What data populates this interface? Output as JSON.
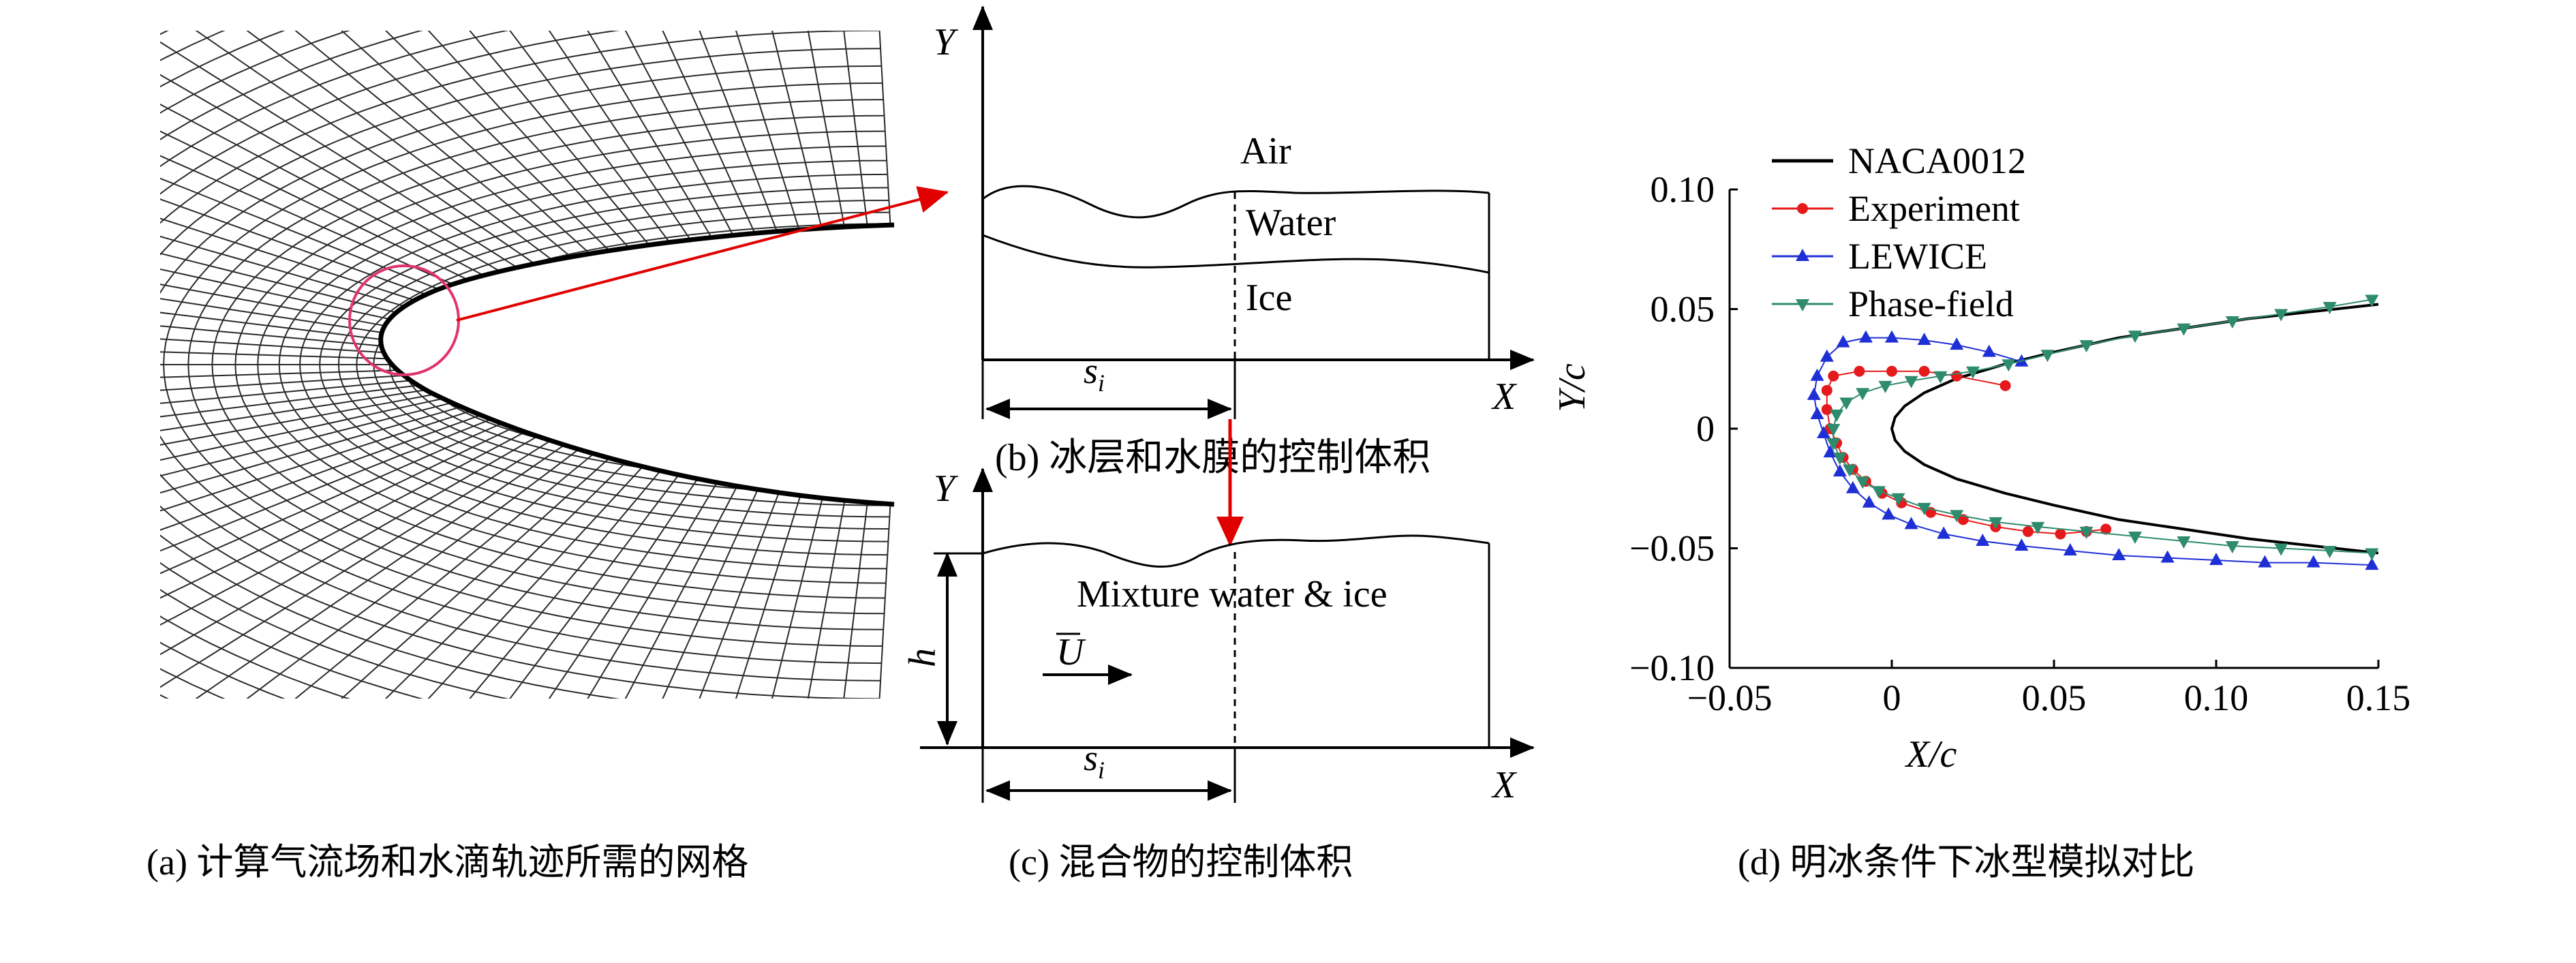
{
  "panel_a": {
    "caption": "(a) 计算气流场和水滴轨迹所需的网格"
  },
  "panel_b": {
    "caption": "(b) 冰层和水膜的控制体积",
    "y_label": "Y",
    "x_label": "X",
    "air_label": "Air",
    "water_label": "Water",
    "ice_label": "Ice",
    "s_label": "s",
    "s_sub": "i"
  },
  "panel_c": {
    "caption": "(c) 混合物的控制体积",
    "y_label": "Y",
    "x_label": "X",
    "mixture_label": "Mixture water & ice",
    "h_label": "h",
    "u_label": "U",
    "s_label": "s",
    "s_sub": "i"
  },
  "panel_d": {
    "caption": "(d) 明冰条件下冰型模拟对比"
  },
  "colors": {
    "naca": "#000000",
    "experiment": "#e41a1c",
    "lewice": "#1f2fd6",
    "phasefield": "#2e8b6e",
    "arrow": "#e00000"
  },
  "chart_data": {
    "type": "line",
    "xlabel": "X/c",
    "ylabel": "Y/c",
    "xlim": [
      -0.05,
      0.15
    ],
    "ylim": [
      -0.1,
      0.1
    ],
    "xticks": [
      -0.05,
      0,
      0.05,
      0.1,
      0.15
    ],
    "xtick_labels": [
      "−0.05",
      "0",
      "0.05",
      "0.10",
      "0.15"
    ],
    "yticks": [
      -0.1,
      -0.05,
      0,
      0.05,
      0.1
    ],
    "ytick_labels": [
      "−0.10",
      "−0.05",
      "0",
      "0.05",
      "0.10"
    ],
    "legend_position": "top-left",
    "series": [
      {
        "name": "NACA0012",
        "marker": "none",
        "x": [
          0.15,
          0.13,
          0.11,
          0.09,
          0.07,
          0.05,
          0.035,
          0.02,
          0.01,
          0.004,
          0.001,
          0,
          0.001,
          0.004,
          0.01,
          0.02,
          0.035,
          0.05,
          0.07,
          0.09,
          0.11,
          0.13,
          0.15
        ],
        "y": [
          0.052,
          0.049,
          0.046,
          0.042,
          0.038,
          0.032,
          0.027,
          0.021,
          0.015,
          0.0095,
          0.0048,
          0,
          -0.0048,
          -0.0095,
          -0.015,
          -0.021,
          -0.027,
          -0.032,
          -0.038,
          -0.042,
          -0.046,
          -0.049,
          -0.052
        ]
      },
      {
        "name": "Experiment",
        "marker": "circle",
        "x": [
          0.035,
          0.02,
          0.01,
          0.0,
          -0.01,
          -0.018,
          -0.02,
          -0.02,
          -0.019,
          -0.017,
          -0.015,
          -0.012,
          -0.008,
          -0.003,
          0.003,
          0.012,
          0.022,
          0.032,
          0.042,
          0.052,
          0.06,
          0.066
        ],
        "y": [
          0.018,
          0.022,
          0.024,
          0.024,
          0.024,
          0.022,
          0.016,
          0.008,
          0.0,
          -0.006,
          -0.012,
          -0.017,
          -0.022,
          -0.027,
          -0.031,
          -0.035,
          -0.038,
          -0.041,
          -0.043,
          -0.044,
          -0.043,
          -0.042
        ]
      },
      {
        "name": "LEWICE",
        "marker": "triangle-up",
        "x": [
          0.04,
          0.03,
          0.02,
          0.01,
          0.0,
          -0.008,
          -0.015,
          -0.02,
          -0.023,
          -0.024,
          -0.023,
          -0.021,
          -0.019,
          -0.016,
          -0.012,
          -0.007,
          -0.001,
          0.006,
          0.016,
          0.028,
          0.04,
          0.055,
          0.07,
          0.085,
          0.1,
          0.115,
          0.13,
          0.148
        ],
        "y": [
          0.028,
          0.032,
          0.035,
          0.037,
          0.038,
          0.038,
          0.036,
          0.03,
          0.022,
          0.014,
          0.006,
          -0.002,
          -0.01,
          -0.018,
          -0.025,
          -0.031,
          -0.036,
          -0.04,
          -0.044,
          -0.047,
          -0.049,
          -0.051,
          -0.053,
          -0.054,
          -0.055,
          -0.056,
          -0.056,
          -0.057
        ]
      },
      {
        "name": "Phase-field",
        "marker": "triangle-down",
        "x": [
          0.148,
          0.135,
          0.12,
          0.105,
          0.09,
          0.075,
          0.06,
          0.048,
          0.036,
          0.025,
          0.015,
          0.006,
          -0.002,
          -0.009,
          -0.014,
          -0.017,
          -0.018,
          -0.018,
          -0.016,
          -0.013,
          -0.009,
          -0.004,
          0.002,
          0.01,
          0.02,
          0.032,
          0.045,
          0.06,
          0.075,
          0.09,
          0.105,
          0.12,
          0.135,
          0.148
        ],
        "y": [
          0.054,
          0.051,
          0.048,
          0.045,
          0.042,
          0.039,
          0.035,
          0.031,
          0.027,
          0.024,
          0.022,
          0.02,
          0.018,
          0.015,
          0.011,
          0.006,
          0.0,
          -0.006,
          -0.012,
          -0.017,
          -0.022,
          -0.026,
          -0.029,
          -0.033,
          -0.036,
          -0.039,
          -0.041,
          -0.043,
          -0.045,
          -0.047,
          -0.049,
          -0.05,
          -0.051,
          -0.052
        ]
      }
    ]
  }
}
